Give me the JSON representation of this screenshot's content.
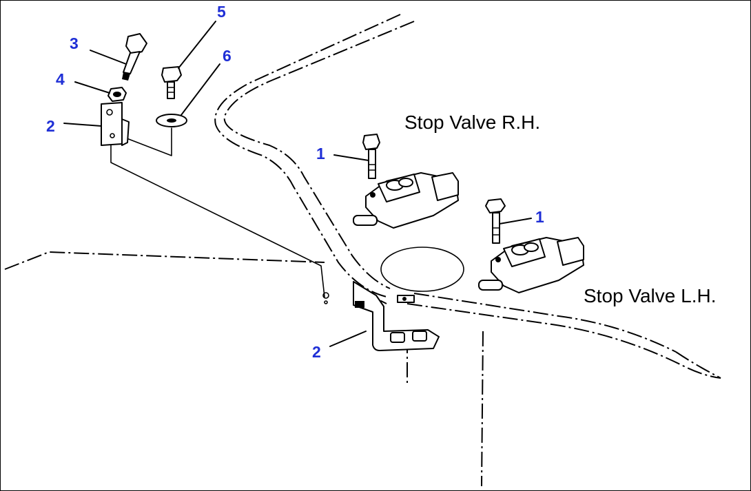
{
  "labels": {
    "stop_valve_rh": "Stop Valve R.H.",
    "stop_valve_lh": "Stop Valve L.H."
  },
  "callouts": {
    "c1a": "1",
    "c1b": "1",
    "c2a": "2",
    "c2b": "2",
    "c3": "3",
    "c4": "4",
    "c5": "5",
    "c6": "6"
  },
  "colors": {
    "callout": "#1f2fd6",
    "line": "#000000",
    "background": "#ffffff"
  }
}
